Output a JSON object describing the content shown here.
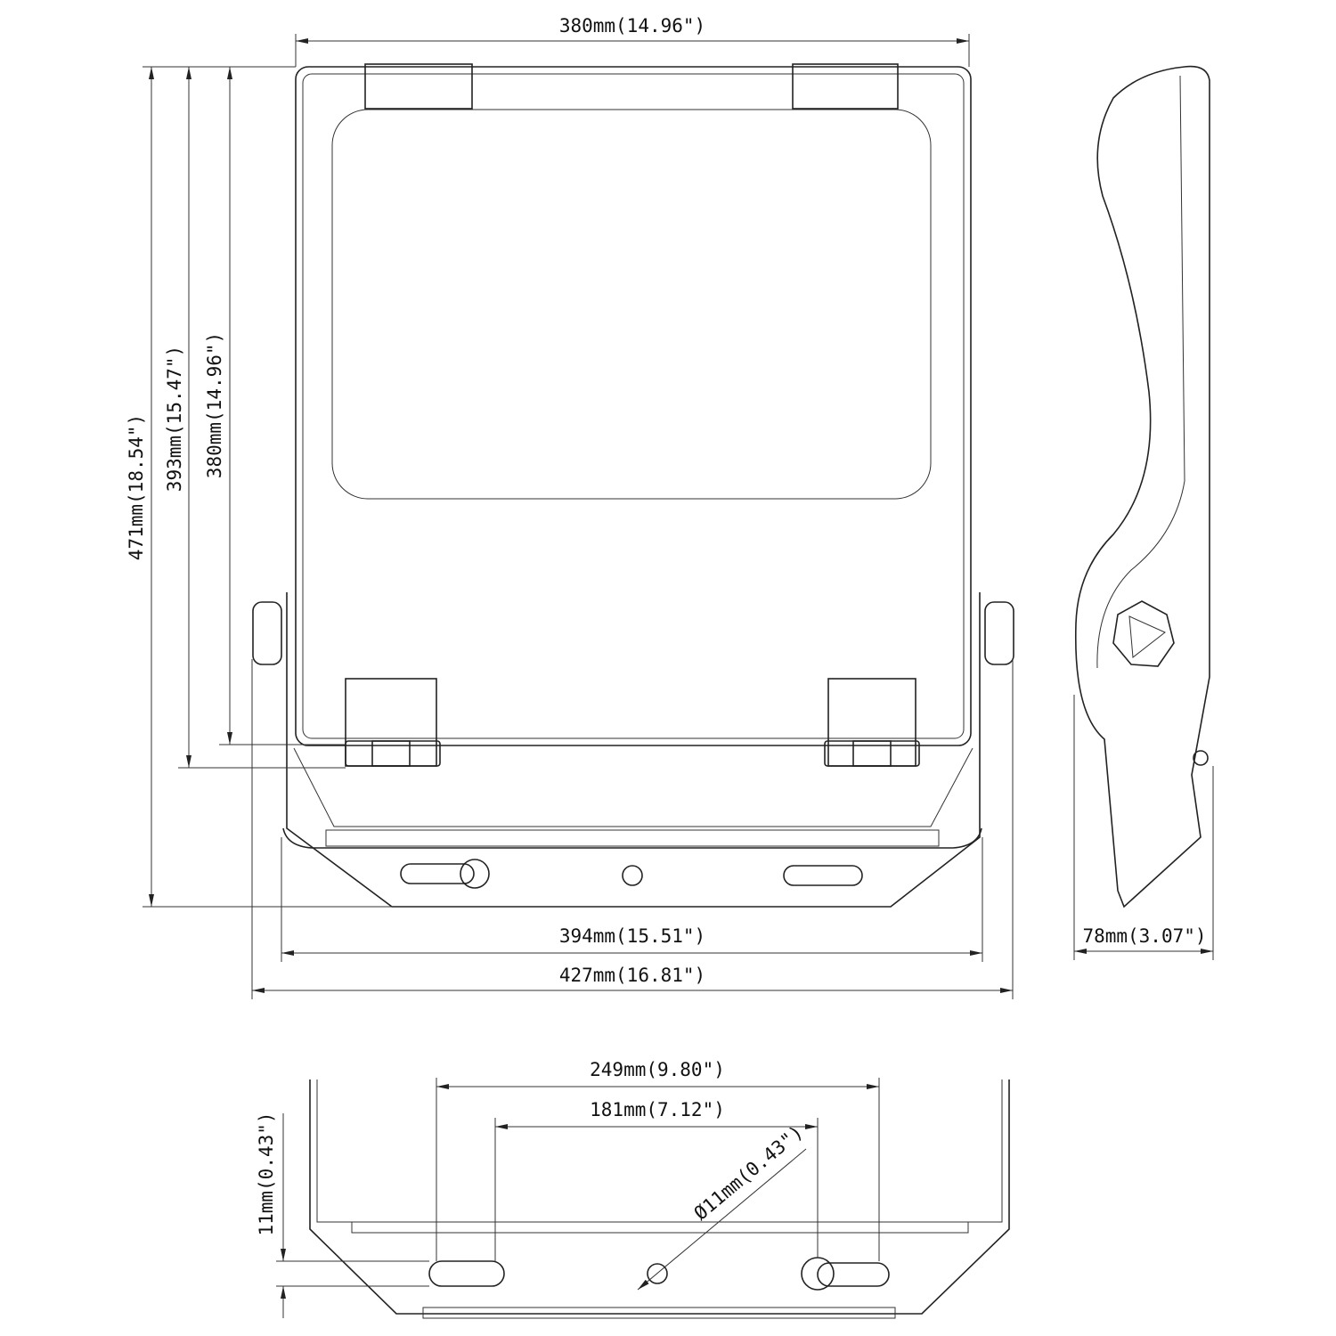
{
  "dimensions": {
    "top_width": "380mm(14.96\")",
    "total_height": "471mm(18.54\")",
    "body_height": "393mm(15.47\")",
    "lens_height": "380mm(14.96\")",
    "bracket_width": "394mm(15.51\")",
    "overall_width": "427mm(16.81\")",
    "depth": "78mm(3.07\")",
    "hole_spacing_outer": "249mm(9.80\")",
    "hole_spacing_inner": "181mm(7.12\")",
    "hole_diameter": "Ø11mm(0.43\")",
    "slot_height": "11mm(0.43\")"
  },
  "colors": {
    "line": "#222222",
    "background": "#ffffff"
  }
}
